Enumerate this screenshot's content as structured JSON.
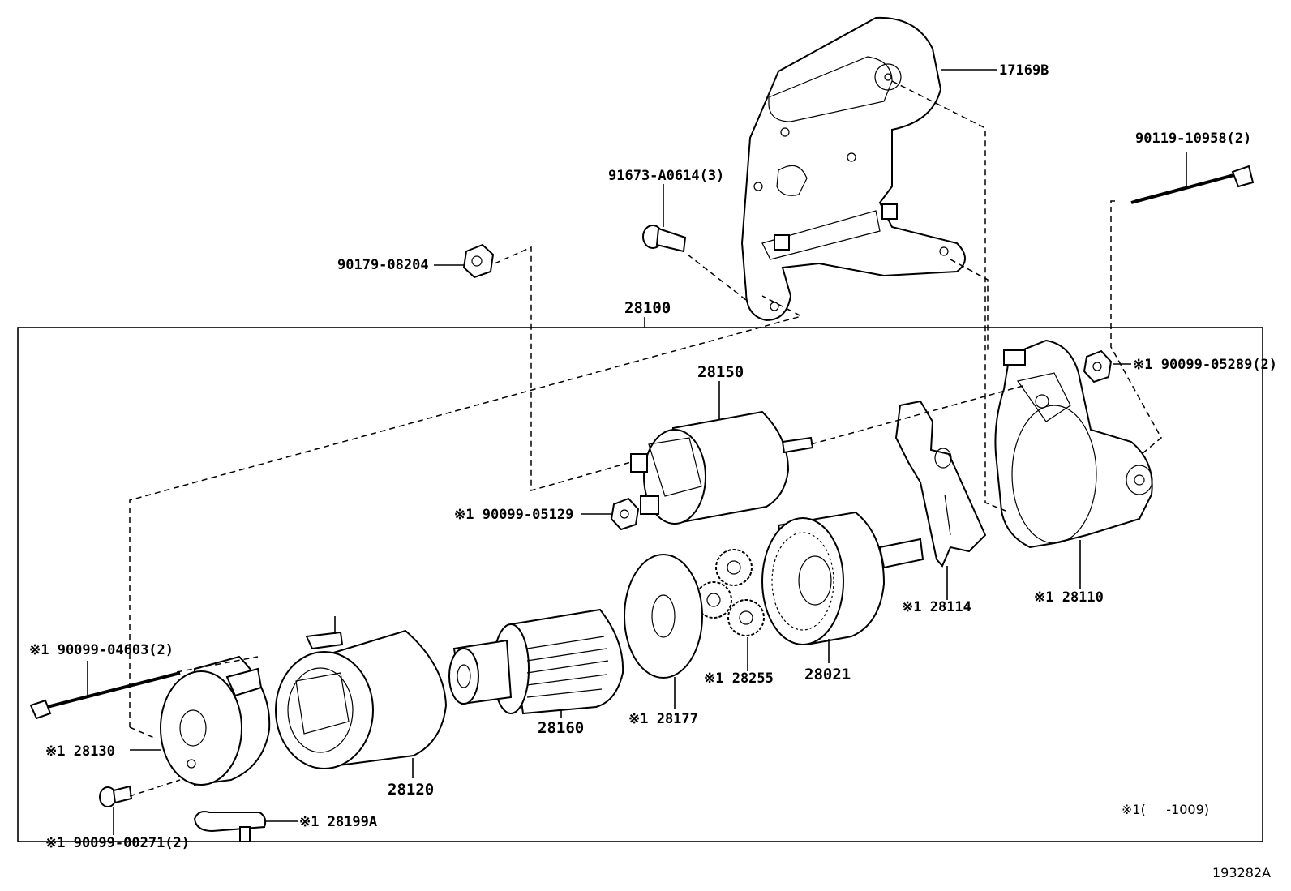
{
  "callouts": {
    "p17169B": "17169B",
    "p90119": "90119-10958(2)",
    "p91673": "91673-A0614(3)",
    "p90179": "90179-08204",
    "p28100": "28100",
    "p28150": "28150",
    "p90099_05289": "※1 90099-05289(2)",
    "p90099_05129": "※1 90099-05129",
    "p28114": "※1 28114",
    "p28110": "※1 28110",
    "p90099_04603": "※1 90099-04603(2)",
    "p28021": "28021",
    "p28255": "※1 28255",
    "p28177": "※1 28177",
    "p28160": "28160",
    "p28130": "※1 28130",
    "p28120": "28120",
    "p90099_00271": "※1 90099-00271(2)",
    "p28199A": "※1 28199A"
  },
  "note": "※1(     -1009)",
  "figure_id": "193282A"
}
